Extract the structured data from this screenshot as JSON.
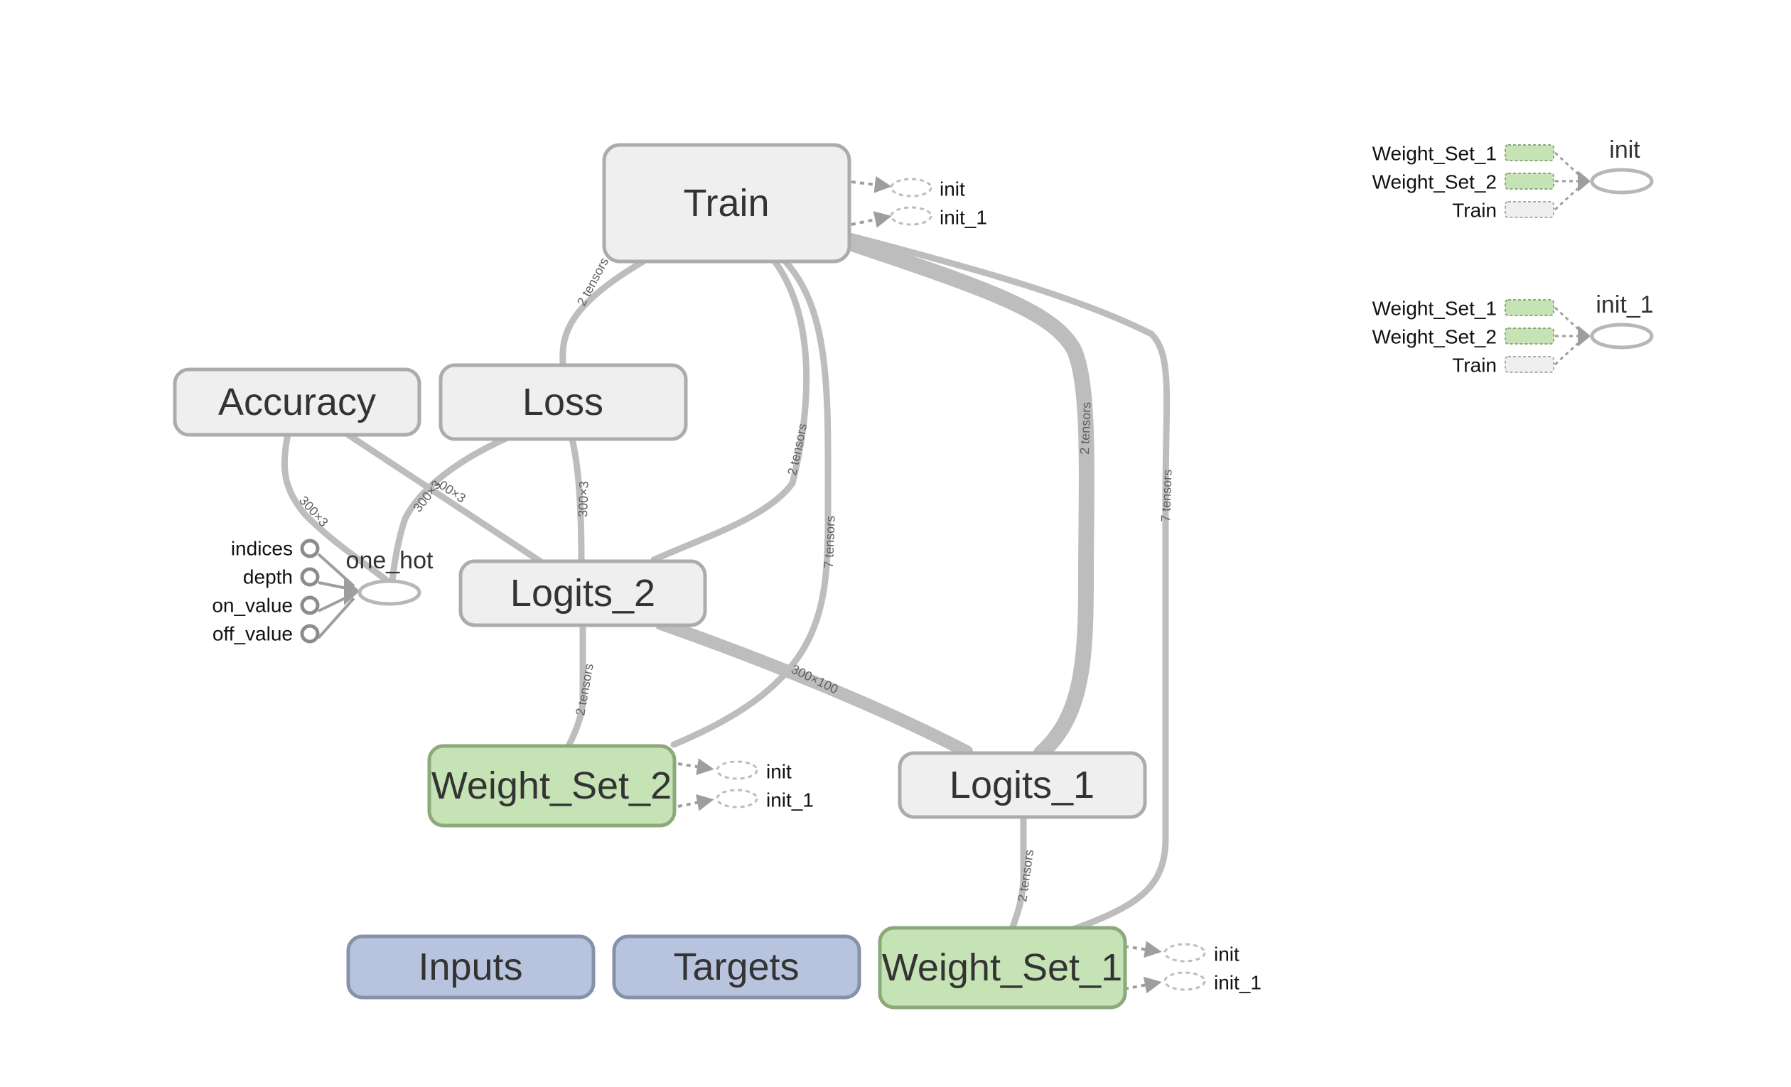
{
  "nodes": {
    "train": {
      "label": "Train",
      "kind": "gray"
    },
    "accuracy": {
      "label": "Accuracy",
      "kind": "gray"
    },
    "loss": {
      "label": "Loss",
      "kind": "gray"
    },
    "logits_2": {
      "label": "Logits_2",
      "kind": "gray"
    },
    "logits_1": {
      "label": "Logits_1",
      "kind": "gray"
    },
    "weight_set_2": {
      "label": "Weight_Set_2",
      "kind": "green"
    },
    "weight_set_1": {
      "label": "Weight_Set_1",
      "kind": "green"
    },
    "inputs": {
      "label": "Inputs",
      "kind": "blue"
    },
    "targets": {
      "label": "Targets",
      "kind": "blue"
    }
  },
  "edge_labels": {
    "train_loss": "2 tensors",
    "train_logits2": "2 tensors",
    "train_weightset2": "7 tensors",
    "train_logits1": "2 tensors",
    "train_weightset1": "7 tensors",
    "accuracy_onehot": "300×3",
    "accuracy_logits2": "300×3",
    "loss_onehot": "300×3",
    "loss_logits2": "300×3",
    "logits2_weightset2": "2 tensors",
    "logits2_logits1": "300×100",
    "logits1_weightset1": "2 tensors"
  },
  "control_outputs": {
    "train": [
      "init",
      "init_1"
    ],
    "weight_set_2": [
      "init",
      "init_1"
    ],
    "weight_set_1": [
      "init",
      "init_1"
    ]
  },
  "one_hot": {
    "label": "one_hot",
    "inputs": [
      "indices",
      "depth",
      "on_value",
      "off_value"
    ]
  },
  "init_ops": [
    {
      "name": "init",
      "deps": [
        "Weight_Set_1",
        "Weight_Set_2",
        "Train"
      ]
    },
    {
      "name": "init_1",
      "deps": [
        "Weight_Set_1",
        "Weight_Set_2",
        "Train"
      ]
    }
  ],
  "colors": {
    "gray_fill": "#efefef",
    "gray_stroke": "#acacac",
    "green_fill": "#c6e3b5",
    "green_stroke": "#8ca97a",
    "blue_fill": "#b8c4de",
    "blue_stroke": "#8691ab",
    "edge": "#bdbdbd"
  }
}
